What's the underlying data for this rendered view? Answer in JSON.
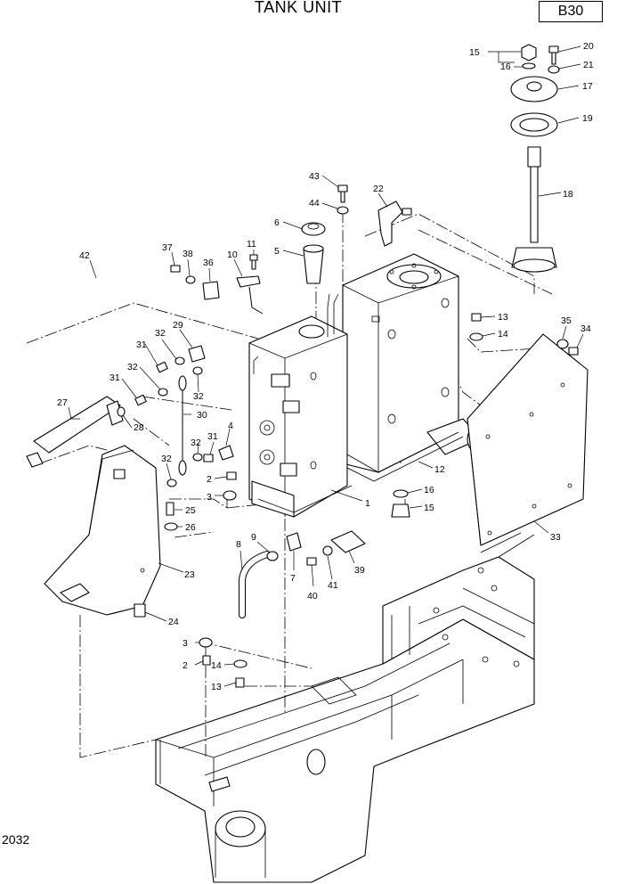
{
  "header": {
    "title": "TANK UNIT",
    "code": "B30"
  },
  "footer": {
    "page_number": "2032"
  },
  "callouts": [
    "1",
    "2",
    "3",
    "4",
    "5",
    "6",
    "7",
    "8",
    "9",
    "10",
    "11",
    "12",
    "13",
    "14",
    "15",
    "16",
    "17",
    "18",
    "19",
    "20",
    "21",
    "22",
    "23",
    "24",
    "25",
    "26",
    "27",
    "28",
    "29",
    "30",
    "31",
    "32",
    "33",
    "34",
    "35",
    "36",
    "37",
    "38",
    "39",
    "40",
    "41",
    "42",
    "43",
    "44"
  ]
}
